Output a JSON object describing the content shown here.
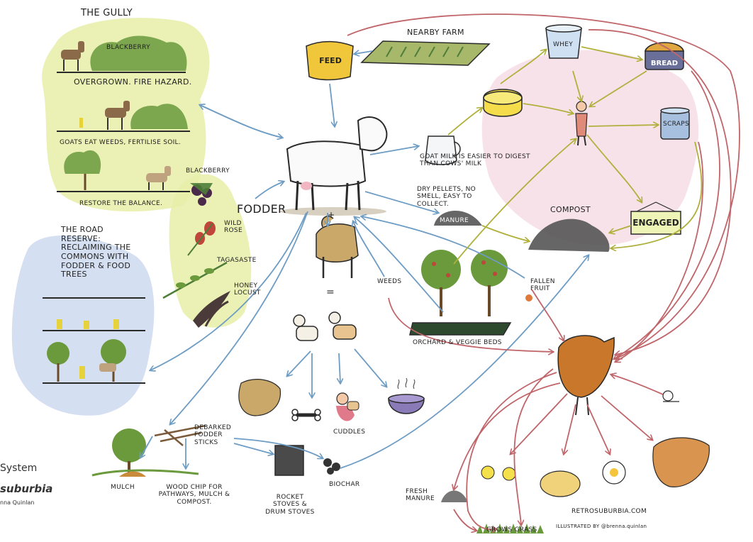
{
  "labels": {
    "gully_title": "THE GULLY",
    "gully_blackberry": "BLACKBERRY",
    "gully_caption_1": "OVERGROWN. FIRE HAZARD.",
    "gully_caption_2": "GOATS EAT WEEDS, FERTILISE SOIL.",
    "gully_caption_3": "RESTORE THE BALANCE.",
    "road_reserve": "THE ROAD RESERVE: RECLAIMING THE COMMONS WITH FODDER & FOOD TREES",
    "blackberry": "BLACKBERRY",
    "wild_rose": "WILD ROSE",
    "tagasaste": "TAGASASTE",
    "honey_locust": "HONEY LOCUST",
    "fodder": "FODDER",
    "feed": "FEED",
    "nearby_farm": "NEARBY FARM",
    "whey": "WHEY",
    "bread": "BREAD",
    "scraps": "SCRAPS",
    "goat_milk": "GOAT MILK IS EASIER TO DIGEST THAN COWS' MILK",
    "dry_pellets": "DRY PELLETS, NO SMELL, EASY TO COLLECT.",
    "manure": "MANURE",
    "compost": "COMPOST",
    "engaged": "ENGAGED",
    "weeds": "WEEDS",
    "fallen_fruit": "FALLEN FRUIT",
    "orchard": "ORCHARD & VEGGIE BEDS",
    "cuddles": "CUDDLES",
    "debarked": "DEBARKED FODDER STICKS",
    "mulch": "MULCH",
    "wood_chip": "WOOD CHIP FOR PATHWAYS, MULCH & COMPOST.",
    "rocket_stoves": "ROCKET STOVES & DRUM STOVES",
    "biochar": "BIOCHAR",
    "fresh_manure": "FRESH MANURE",
    "crows_grass": "GROWS GRASS",
    "plus": "+",
    "equals": "=",
    "site": "RETROSUBURBIA.COM",
    "illustrated": "ILLUSTRATED BY @brenna.quinlan",
    "caption_line1": "System",
    "caption_line2": "suburbia",
    "caption_line3": "nna Quinlan"
  },
  "colors": {
    "arrow_blue": "#6d9cc4",
    "arrow_red": "#c0656a",
    "arrow_olive": "#b0b03c",
    "green_blob": "#e7efa8",
    "blue_blob": "#cfdcef",
    "pink_blob": "#f5dbe3",
    "feed_bag": "#f0c63a",
    "cheese": "#f4dc4a",
    "hen": "#c9772a",
    "engaged_sign": "#eef4b6",
    "ink": "#2a2a2a"
  }
}
